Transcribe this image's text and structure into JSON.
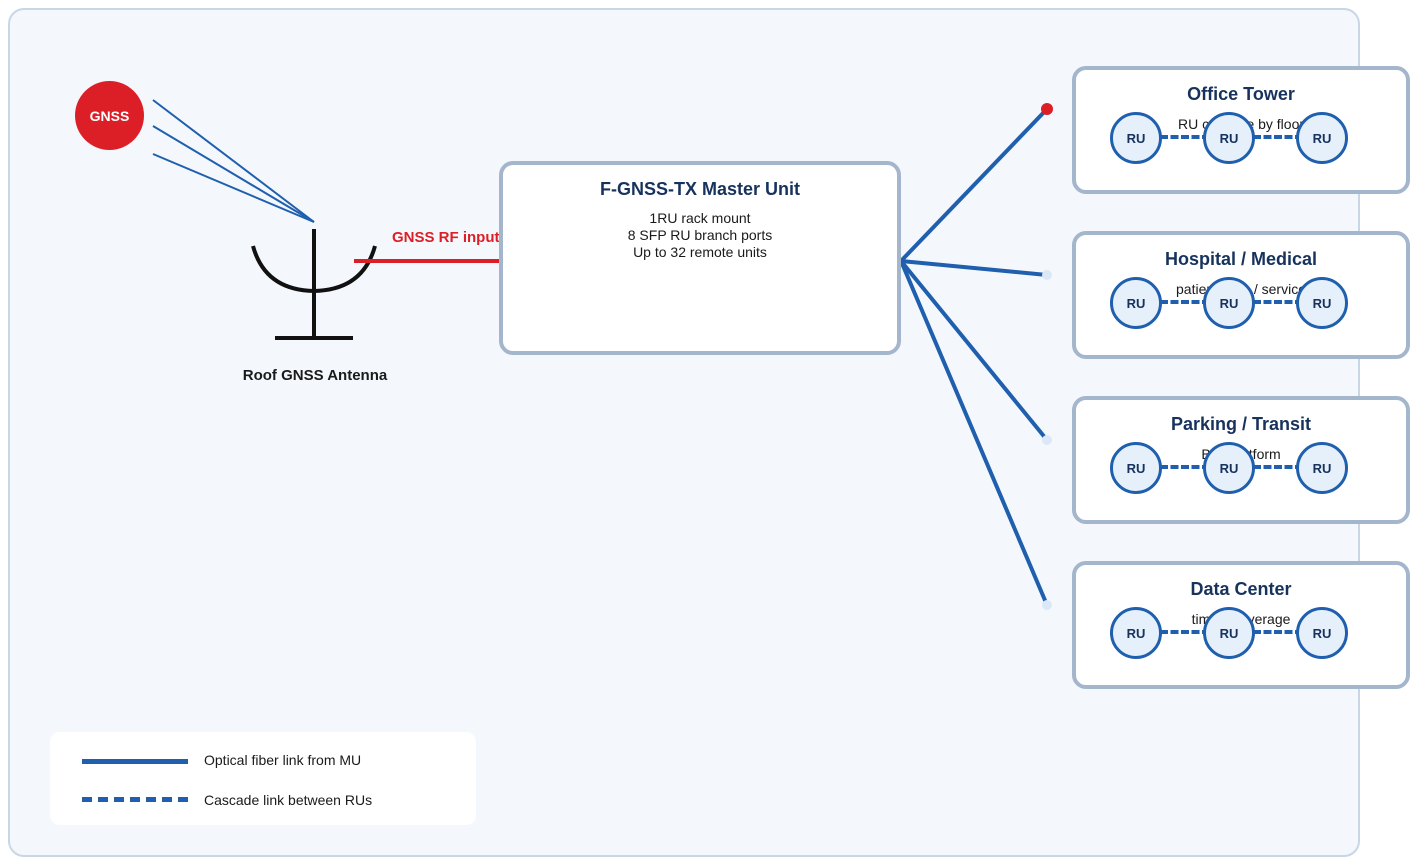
{
  "colors": {
    "fiber": "#1f5fae",
    "gnss_red": "#dc1f26",
    "box_border": "#a4b6cc",
    "title_navy": "#17325c"
  },
  "satellite": {
    "label": "GNSS"
  },
  "antenna": {
    "label": "Roof GNSS Antenna"
  },
  "rf_link": {
    "label": "GNSS RF input"
  },
  "master_unit": {
    "title": "F-GNSS-TX Master Unit",
    "lines": [
      "1RU rack mount",
      "8 SFP RU branch ports",
      "Up to 32 remote units"
    ]
  },
  "sites": [
    {
      "title": "Office Tower",
      "subtitle": "RU cascade by floor",
      "ru_labels": [
        "RU",
        "RU",
        "RU"
      ]
    },
    {
      "title": "Hospital / Medical",
      "subtitle": "patient area / service",
      "ru_labels": [
        "RU",
        "RU",
        "RU"
      ]
    },
    {
      "title": "Parking / Transit",
      "subtitle": "B1 / platform",
      "ru_labels": [
        "RU",
        "RU",
        "RU"
      ]
    },
    {
      "title": "Data Center",
      "subtitle": "timing coverage",
      "ru_labels": [
        "RU",
        "RU",
        "RU"
      ]
    }
  ],
  "legend": {
    "fiber_label": "Optical fiber link from MU",
    "cascade_label": "Cascade link between RUs"
  }
}
